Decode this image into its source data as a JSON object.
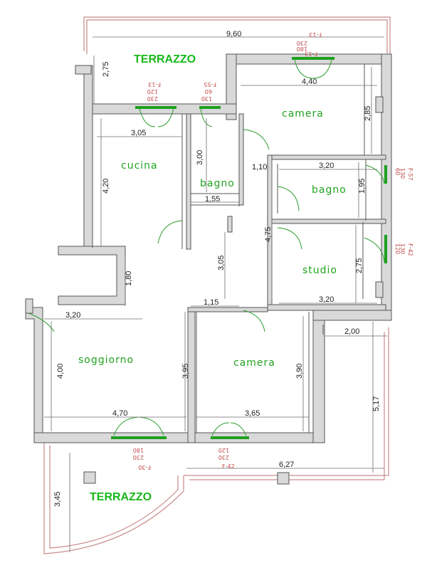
{
  "rooms": {
    "terrazzo_top": "TERRAZZO",
    "terrazzo_bottom": "TERRAZZO",
    "cucina": "cucina",
    "bagno_1": "bagno",
    "camera_top": "camera",
    "bagno_2": "bagno",
    "studio": "studio",
    "soggiorno": "soggiorno",
    "camera_bottom": "camera"
  },
  "dimensions": {
    "d960": "9,60",
    "d275_top": "2,75",
    "d440": "4,40",
    "d285": "2,85",
    "d305_cucina": "3,05",
    "d420": "4,20",
    "d300": "3,00",
    "d110": "1,10",
    "d155": "1,55",
    "d320_bagno": "3,20",
    "d195": "1,95",
    "d475": "4,75",
    "d275_studio": "2,75",
    "d320_studio": "3,20",
    "d305_corr": "3,05",
    "d180": "1,80",
    "d115": "1,15",
    "d320_sogg": "3,20",
    "d400": "4,00",
    "d395": "3,95",
    "d390": "3,90",
    "d200": "2,00",
    "d517": "5,17",
    "d470": "4,70",
    "d365": "3,65",
    "d627": "6,27",
    "d345": "3,45"
  },
  "windows": {
    "w_top_right": {
      "code": "F-13",
      "w": "180",
      "h": "230"
    },
    "w_cucina": {
      "code": "F-13",
      "w": "120",
      "h": "230"
    },
    "w_bagno": {
      "code": "F-55",
      "w": "60",
      "h": "130"
    },
    "w_bagno2": {
      "code": "F-57",
      "w": "60",
      "h": "130"
    },
    "w_studio": {
      "code": "F-42",
      "w": "120",
      "h": "130"
    },
    "w_sogg": {
      "code": "F-30",
      "w": "180",
      "h": "230"
    },
    "w_camera": {
      "w": "120",
      "h": "230"
    },
    "w_f42_bottom": {
      "code": "F-42"
    },
    "w_f13_top": {
      "code": "F-13"
    }
  },
  "colors": {
    "wall_fill": "#d9d9d9",
    "railing": "#c98a8a",
    "room_label": "#21a321",
    "door": "#2a9d2a",
    "window_label": "#c04a4a"
  }
}
